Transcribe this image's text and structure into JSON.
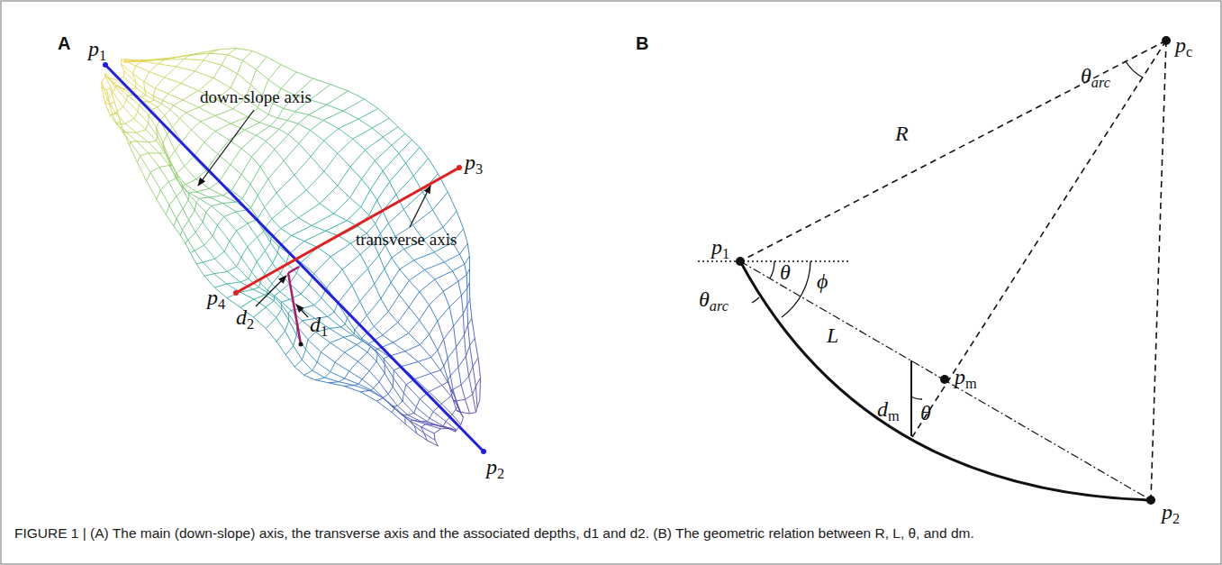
{
  "diagram": {
    "caption": "FIGURE 1 | (A) The main (down-slope) axis, the transverse axis and the associated depths, d1 and d2. (B) The geometric relation between R, L, θ, and dm.",
    "labels": [
      "A",
      "p1",
      "down-slope axis",
      "p3",
      "transverse axis",
      "p4",
      "d2",
      "d1",
      "p2",
      "B",
      "pc",
      "R",
      "θarc",
      "p1",
      "θ",
      "ϕ",
      "θarc",
      "L",
      "pm",
      "dm",
      "θ",
      "p2"
    ]
  }
}
